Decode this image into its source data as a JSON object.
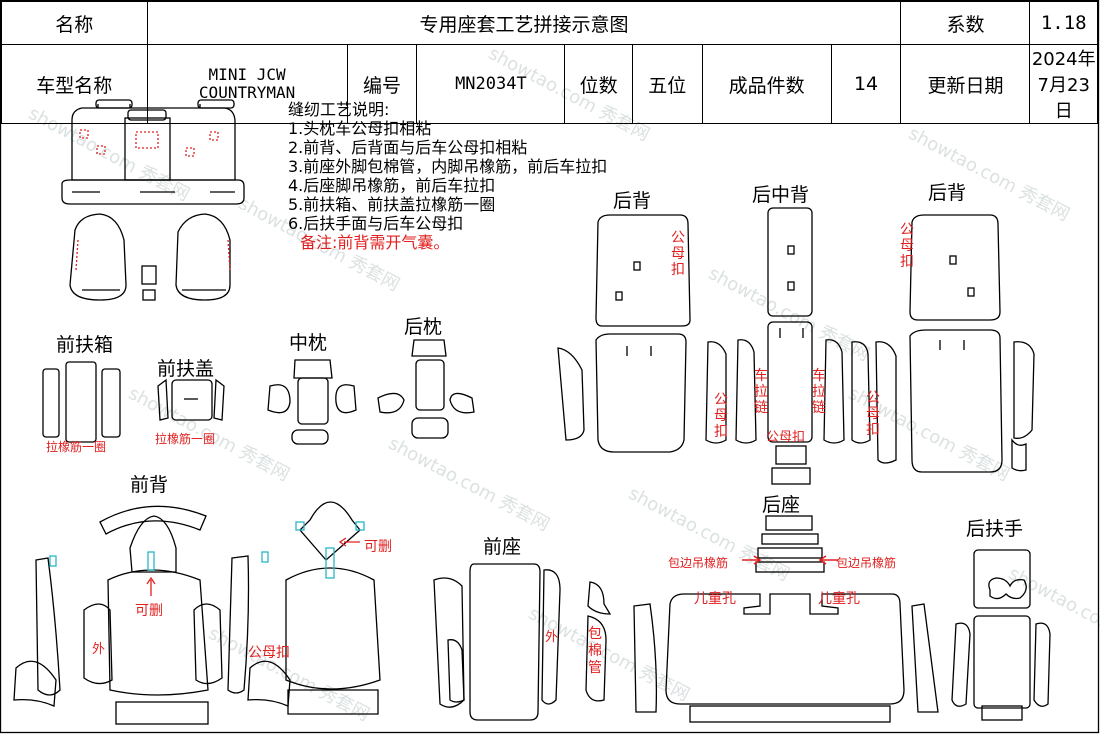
{
  "header": {
    "name_label": "名称",
    "title": "专用座套工艺拼接示意图",
    "coef_label": "系数",
    "coef_value": "1.18",
    "model_label": "车型名称",
    "model_line1": "MINI JCW",
    "model_line2": "COUNTRYMAN",
    "code_label": "编号",
    "code_value": "MN2034T",
    "seats_label": "位数",
    "seats_value": "五位",
    "pieces_label": "成品件数",
    "pieces_value": "14",
    "date_label": "更新日期",
    "date_value": "2024年7月23日"
  },
  "notes": {
    "title": "缝纫工艺说明:",
    "lines": [
      "1.头枕车公母扣相粘",
      "2.前背、后背面与后车公母扣相粘",
      "3.前座外脚包棉管，内脚吊橡筋，前后车拉扣",
      "4.后座脚吊橡筋，前后车拉扣",
      "5.前扶箱、前扶盖拉橡筋一圈",
      "6.后扶手面与后车公母扣"
    ],
    "remark": "备注:前背需开气囊。"
  },
  "sections": {
    "front_box": "前扶箱",
    "front_lid": "前扶盖",
    "mid_pillow": "中枕",
    "rear_pillow": "后枕",
    "rear_back_left": "后背",
    "rear_mid_back": "后中背",
    "rear_back_right": "后背",
    "front_back": "前背",
    "front_seat": "前座",
    "rear_seat": "后座",
    "rear_armrest": "后扶手"
  },
  "annotations": {
    "elastic_1": "拉橡筋一圈",
    "elastic_2": "拉橡筋一圈",
    "snap": "公母扣",
    "zipper": "车拉链",
    "deletable": "可删",
    "outer": "外",
    "cotton_tube": "包棉管",
    "edge_elastic": "包边吊橡筋",
    "child_hole": "儿童孔"
  },
  "watermark": "showtao.com 秀套网",
  "colors": {
    "annotation": "#e02020",
    "marker": "#29b6c8",
    "line": "#000000"
  }
}
